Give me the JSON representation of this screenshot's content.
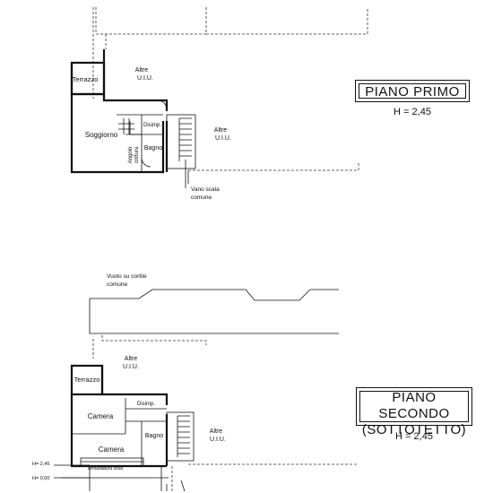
{
  "piano_primo": {
    "title": "PIANO PRIMO",
    "height": "H = 2,45",
    "rooms": {
      "terrazzo": "Terrazzo",
      "altre_uiu_top_1": "Altre",
      "altre_uiu_top_2": "U.I.U.",
      "soggiorno": "Soggiorno",
      "disimp": "Disimp.",
      "bagno": "Bagno",
      "angolo_1": "Angolo",
      "angolo_2": "cottura",
      "altre_uiu_right_1": "Altre",
      "altre_uiu_right_2": "U.I.U.",
      "vano_scala_1": "Vano scala",
      "vano_scala_2": "comune"
    }
  },
  "piano_secondo": {
    "title_line1": "PIANO SECONDO",
    "title_line2": "(SOTTOTETTO)",
    "height": "H = 2,45",
    "vuoto_1": "Vuoto su cortile",
    "vuoto_2": "comune",
    "rooms": {
      "terrazzo": "Terrazzo",
      "altre_uiu_top_1": "Altre",
      "altre_uiu_top_2": "U.I.U.",
      "camera_1": "Camera",
      "disimp": "Disimp.",
      "camera_2": "Camera",
      "bagno": "Bagno",
      "altre_uiu_right_1": "Altre",
      "altre_uiu_right_2": "U.I.U.",
      "armadiatura": "Armadiatura fissa",
      "h245": "H= 2,45",
      "h000": "H= 0,00"
    }
  }
}
